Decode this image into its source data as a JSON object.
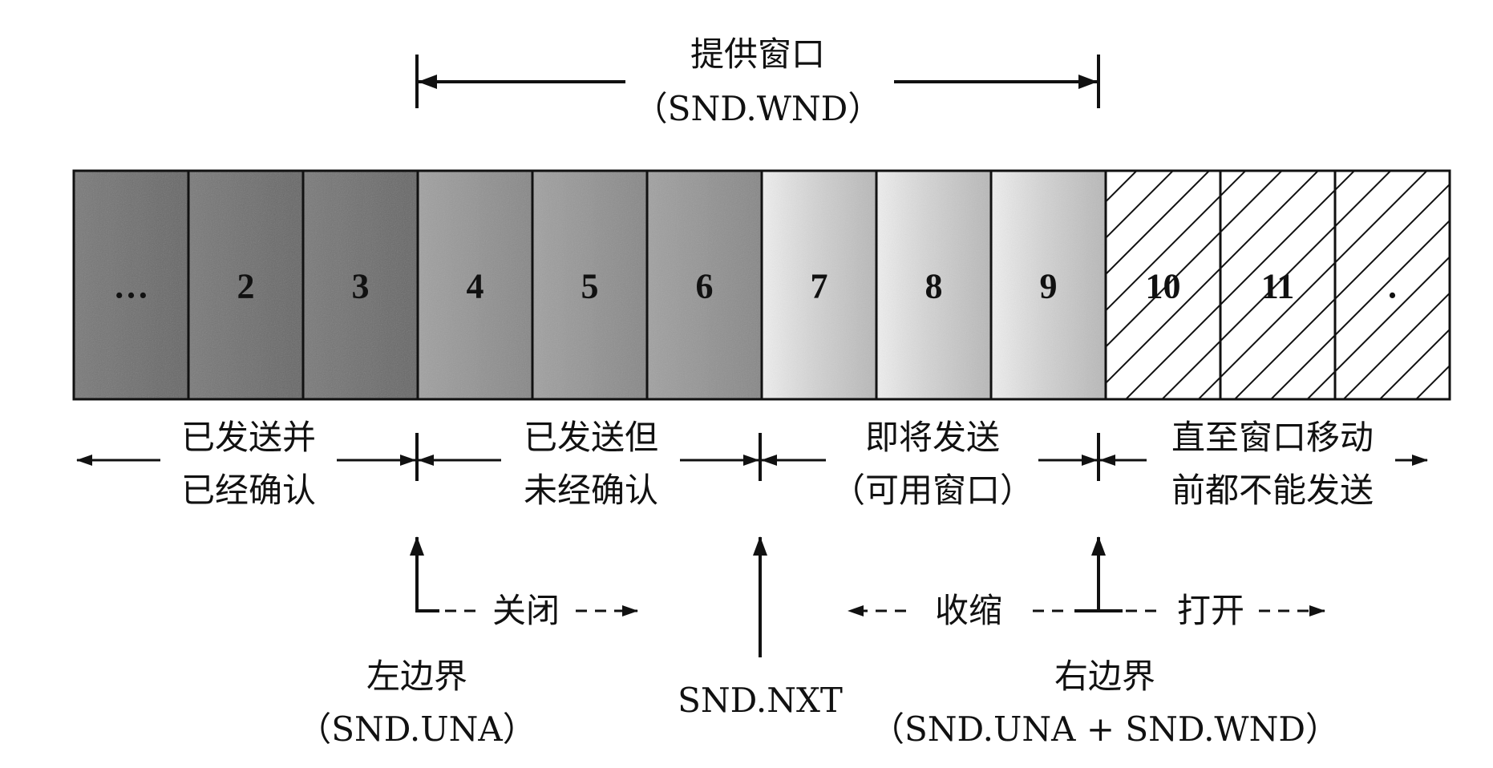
{
  "offered_window": {
    "title": "提供窗口",
    "subtitle": "（SND.WND）"
  },
  "segments": [
    {
      "label": "…",
      "state": "acked"
    },
    {
      "label": "2",
      "state": "acked"
    },
    {
      "label": "3",
      "state": "acked"
    },
    {
      "label": "4",
      "state": "unacked"
    },
    {
      "label": "5",
      "state": "unacked"
    },
    {
      "label": "6",
      "state": "unacked"
    },
    {
      "label": "7",
      "state": "usable"
    },
    {
      "label": "8",
      "state": "usable"
    },
    {
      "label": "9",
      "state": "usable"
    },
    {
      "label": "10",
      "state": "blocked"
    },
    {
      "label": "11",
      "state": "blocked"
    },
    {
      "label": ".",
      "state": "blocked"
    }
  ],
  "regions": [
    {
      "line1": "已发送并",
      "line2": "已经确认"
    },
    {
      "line1": "已发送但",
      "line2": "未经确认"
    },
    {
      "line1": "即将发送",
      "line2": "（可用窗口）"
    },
    {
      "line1": "直至窗口移动",
      "line2": "前都不能发送"
    }
  ],
  "movements": {
    "close": "关闭",
    "shrink": "收缩",
    "open": "打开"
  },
  "pointers": {
    "left_edge": {
      "line1": "左边界",
      "line2": "（SND.UNA）"
    },
    "snd_nxt": {
      "line1": "SND.NXT"
    },
    "right_edge": {
      "line1": "右边界",
      "line2": "（SND.UNA + SND.WND）"
    }
  },
  "colors": {
    "acked": "#6f6f6f",
    "unacked": "#8e8e8e",
    "usable_light": "#e6e6e6",
    "usable": "#bcbcbc",
    "line": "#111111"
  }
}
